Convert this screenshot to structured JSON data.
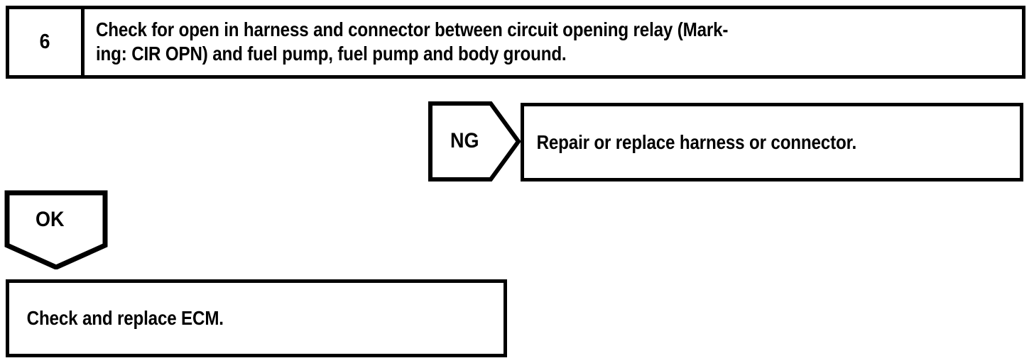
{
  "page": {
    "title": "Diagnostic troubleshooting flowchart",
    "ink_color": "#000000",
    "paper_color": "#ffffff"
  },
  "step": {
    "number": "6",
    "instruction_line_1": "Check for open in harness and connector between circuit opening relay (Mark-",
    "instruction_line_2": "ing: CIR OPN) and fuel pump, fuel pump and body ground."
  },
  "branches": {
    "ng": {
      "label": "NG",
      "result": "Repair or replace harness or connector."
    },
    "ok": {
      "label": "OK",
      "result": "Check and replace ECM."
    }
  }
}
